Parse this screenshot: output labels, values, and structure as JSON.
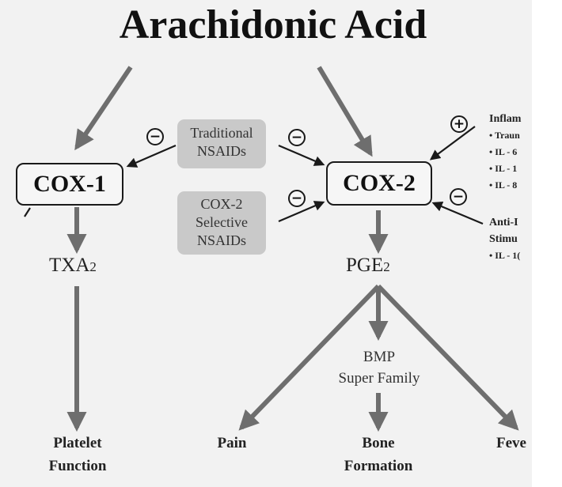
{
  "diagram": {
    "title": "Arachidonic Acid",
    "enzymes": {
      "cox1": "COX-1",
      "cox2": "COX-2"
    },
    "drugs": {
      "traditional": {
        "line1": "Traditional",
        "line2": "NSAIDs"
      },
      "selective": {
        "line1": "COX-2",
        "line2": "Selective",
        "line3": "NSAIDs"
      }
    },
    "products": {
      "txa2": {
        "base": "TXA",
        "sub": "2"
      },
      "pge2": {
        "base": "PGE",
        "sub": "2"
      }
    },
    "bmp": {
      "line1": "BMP",
      "line2": "Super Family"
    },
    "outcomes": {
      "platelet": {
        "line1": "Platelet",
        "line2": "Function"
      },
      "pain": "Pain",
      "bone": {
        "line1": "Bone",
        "line2": "Formation"
      },
      "fever": "Feve"
    },
    "signs": {
      "inhibit": "−",
      "stimulate": "+"
    },
    "stimulators": {
      "heading": "Inflam",
      "items": [
        "• Traun",
        "• IL - 6",
        "• IL - 1",
        "• IL - 8"
      ]
    },
    "inhibitors": {
      "heading_line1": "Anti-I",
      "heading_line2": "Stimu",
      "items": [
        "• IL - 1("
      ]
    }
  }
}
